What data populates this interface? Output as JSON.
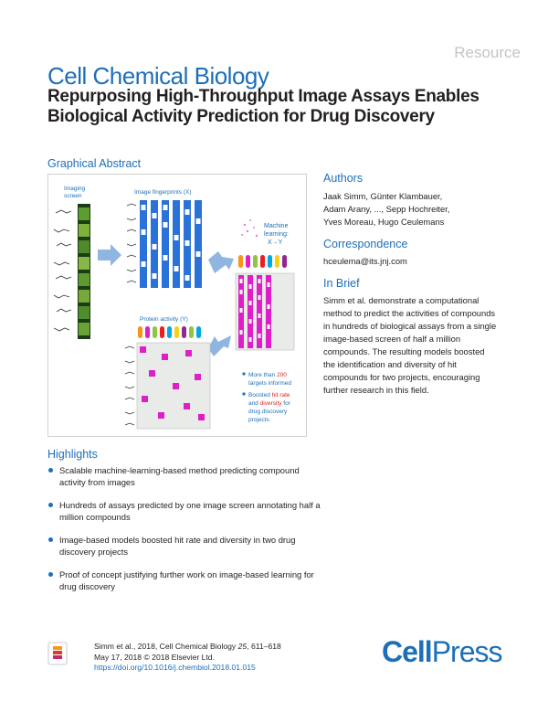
{
  "header": {
    "type_label": "Resource",
    "journal": "Cell Chemical Biology",
    "title": "Repurposing High-Throughput Image Assays Enables Biological Activity Prediction for Drug Discovery"
  },
  "graphical_abstract": {
    "heading": "Graphical Abstract",
    "imaging_label_1": "Imaging",
    "imaging_label_2": "screen",
    "fingerprints_label": "Image fingerprints (X)",
    "protein_label": "Protein activity (Y)",
    "ml_label_1": "Machine",
    "ml_label_2": "learning:",
    "ml_label_3": "X→Y",
    "bullet1_a": "More than ",
    "bullet1_num": "200",
    "bullet1_b": "targets informed",
    "bullet2_a": "Boosted ",
    "bullet2_hit": "hit rate",
    "bullet2_b": "and ",
    "bullet2_div": "diversity",
    "bullet2_c": " for",
    "bullet2_d": "drug discovery",
    "bullet2_e": "projects"
  },
  "authors": {
    "heading": "Authors",
    "lines": [
      "Jaak Simm, Günter Klambauer,",
      "Adam Arany, ..., Sepp Hochreiter,",
      "Yves Moreau, Hugo Ceulemans"
    ]
  },
  "correspondence": {
    "heading": "Correspondence",
    "email": "hceulema@its.jnj.com"
  },
  "in_brief": {
    "heading": "In Brief",
    "text": "Simm et al. demonstrate a computational method to predict the activities of compounds in hundreds of biological assays from a single image-based screen of half a million compounds. The resulting models boosted the identification and diversity of hit compounds for two projects, encouraging further research in this field."
  },
  "highlights": {
    "heading": "Highlights",
    "items": [
      "Scalable machine-learning-based method predicting compound activity from images",
      "Hundreds of assays predicted by one image screen annotating half a million compounds",
      "Image-based models boosted hit rate and diversity in two drug discovery projects",
      "Proof of concept justifying further work on image-based learning for drug discovery"
    ]
  },
  "footer": {
    "line1_a": "Simm et al., 2018, Cell Chemical Biology ",
    "line1_vol": "25",
    "line1_b": ", 611–618",
    "line2": "May 17, 2018 © 2018 Elsevier Ltd.",
    "doi": "https://doi.org/10.1016/j.chembiol.2018.01.015"
  },
  "publisher": {
    "cell": "Cell",
    "press": "Press"
  },
  "colors": {
    "brand_blue": "#1d6fb8",
    "fingerprint_blue": "#2a72d8",
    "activity_magenta": "#e01ec8",
    "highlight_red": "#e0231c"
  }
}
